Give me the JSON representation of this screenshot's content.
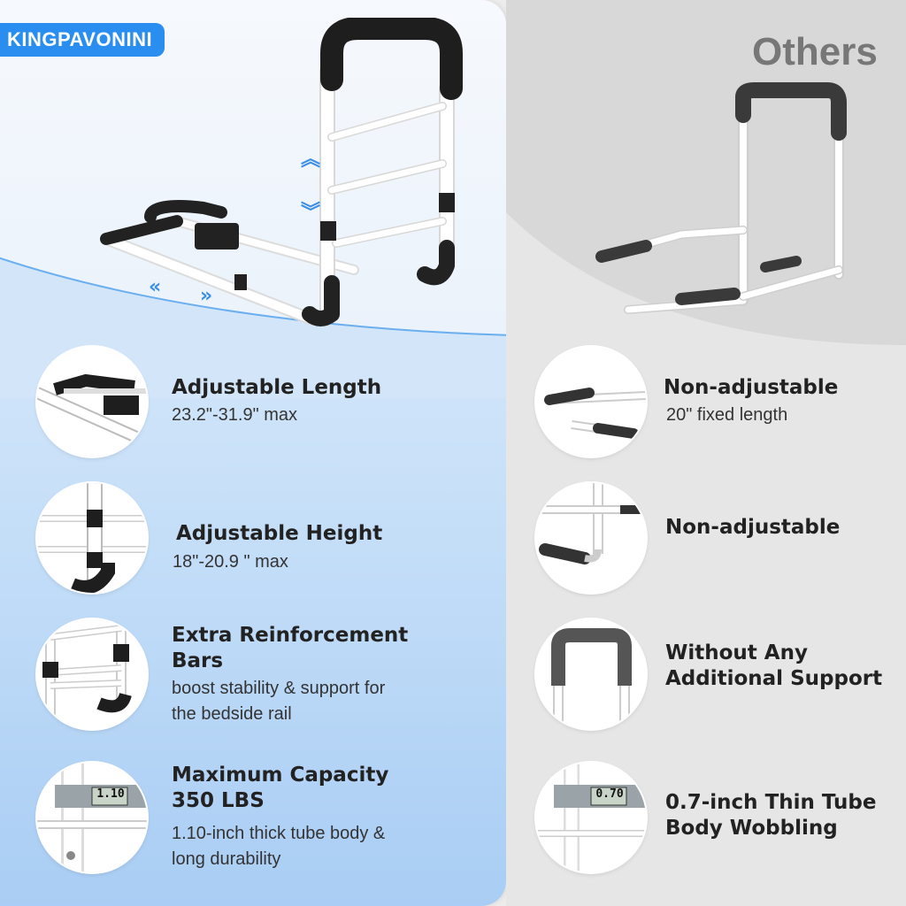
{
  "brand": {
    "name": "KINGPAVONINI"
  },
  "others_label": "Others",
  "features_left": [
    {
      "title": "Adjustable Length",
      "subtitle": "23.2\"-31.9\" max"
    },
    {
      "title": "Adjustable Height",
      "subtitle": "18\"-20.9 \" max"
    },
    {
      "title": "Extra Reinforcement Bars",
      "title_line1": "Extra Reinforcement",
      "title_line2": "Bars",
      "subtitle_line1": "boost stability & support for",
      "subtitle_line2": "the bedside rail"
    },
    {
      "title_line1": "Maximum Capacity",
      "title_line2": "350 LBS",
      "subtitle_line1": "1.10-inch thick tube body &",
      "subtitle_line2": "long durability",
      "gauge_value": "1.10"
    }
  ],
  "features_right": [
    {
      "title": "Non-adjustable",
      "subtitle": "20\" fixed length"
    },
    {
      "title": "Non-adjustable"
    },
    {
      "title_line1": "Without Any",
      "title_line2": "Additional Support"
    },
    {
      "title_line1": "0.7-inch Thin Tube",
      "title_line2": "Body Wobbling",
      "gauge_value": "0.70"
    }
  ],
  "colors": {
    "brand_blue": "#2a8df0",
    "left_bg": "#c4def8",
    "right_bg": "#e6e6e6",
    "arrow_blue": "#3a8de6"
  }
}
